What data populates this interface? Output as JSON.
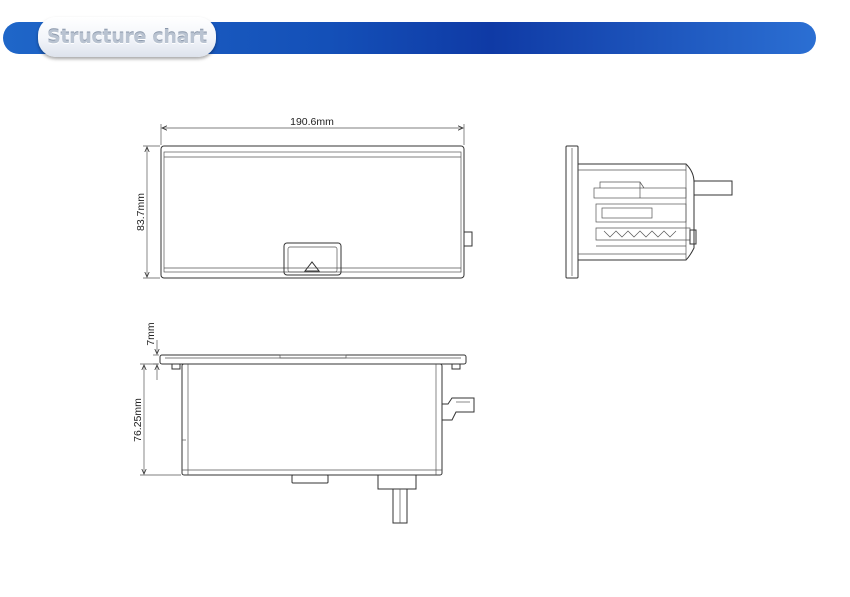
{
  "header": {
    "title": "Structure chart"
  },
  "dimensions": {
    "width": "190.6mm",
    "height": "83.7mm",
    "lid_thickness": "7mm",
    "depth": "76.25mm"
  }
}
